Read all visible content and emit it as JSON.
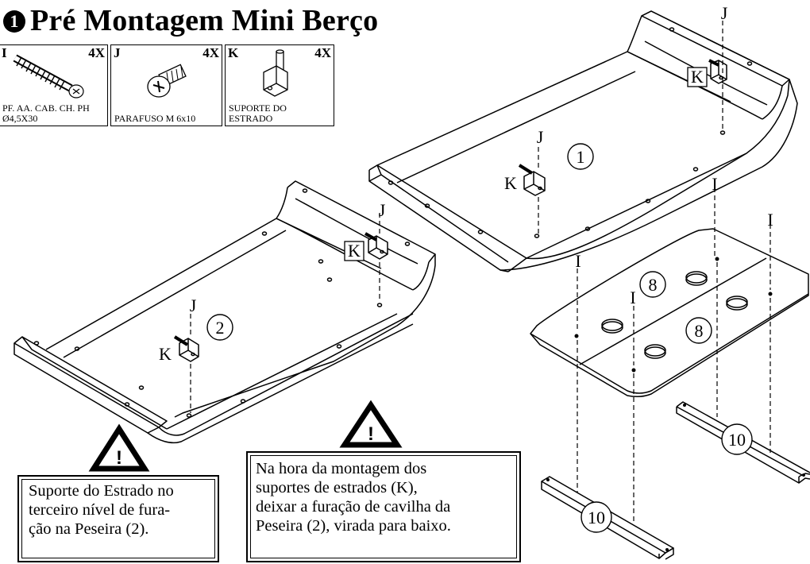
{
  "title": "Pré Montagem Mini Berço",
  "step_number": "1",
  "parts": [
    {
      "letter": "I",
      "qty": "4X",
      "desc_line1": "PF. AA. CAB. CH. PH",
      "desc_line2": "Ø4,5X30"
    },
    {
      "letter": "J",
      "qty": "4X",
      "desc_line1": "PARAFUSO M 6x10",
      "desc_line2": ""
    },
    {
      "letter": "K",
      "qty": "4X",
      "desc_line1": "SUPORTE DO",
      "desc_line2": "ESTRADO"
    }
  ],
  "labels": {
    "piece_1": "1",
    "piece_2": "2",
    "piece_8": "8",
    "piece_10": "10",
    "screw_i": "I",
    "screw_j": "J",
    "bracket_k": "K"
  },
  "warnings": [
    {
      "symbol": "!",
      "lines": [
        "Suporte do Estrado no",
        "terceiro nível de fura-",
        "ção na Peseira (2)."
      ]
    },
    {
      "symbol": "!",
      "lines": [
        "Na hora da montagem dos",
        "suportes de estrados (K),",
        "deixar a furação de cavilha da",
        "Peseira (2), virada para baixo."
      ]
    }
  ]
}
